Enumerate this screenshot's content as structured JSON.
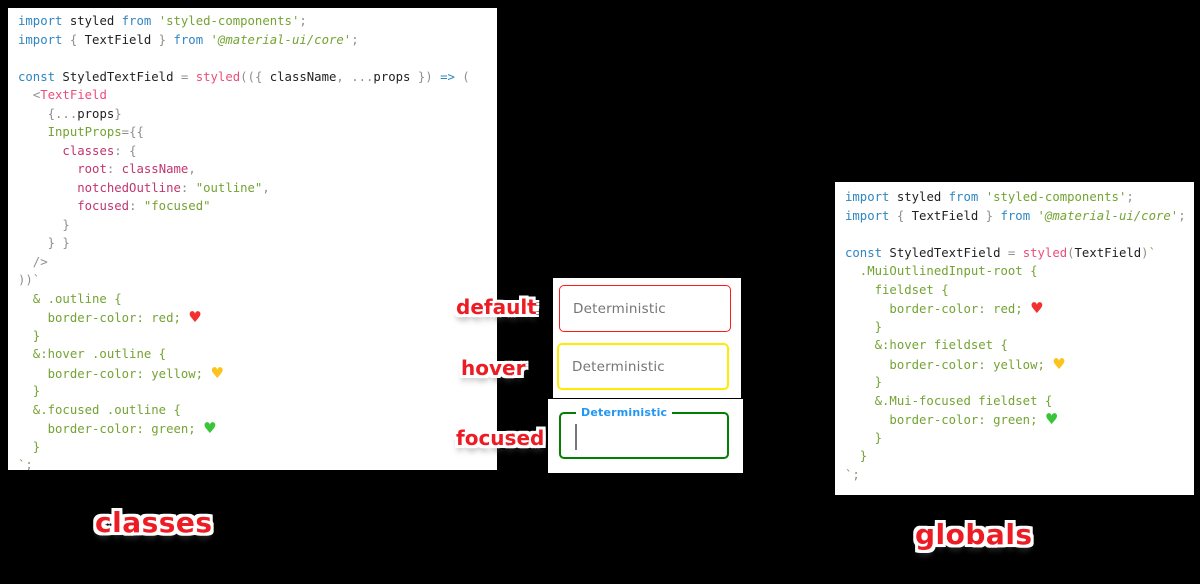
{
  "colors": {
    "background": "#000000",
    "panel_bg": "#ffffff",
    "keyword_blue": "#2f86c1",
    "string_green": "#74a333",
    "function_pink": "#ec4d7b",
    "object_key_magenta": "#c0366f",
    "punctuation_gray": "#8e908c",
    "annotation_red": "#ed1c24",
    "mui_label_blue": "#2196f3",
    "placeholder_gray": "#757575",
    "border_default": "#ff0000",
    "border_hover": "#ffeb00",
    "border_focused": "#008000",
    "heart_red": "#f23030",
    "heart_yellow": "#fcc21d",
    "heart_green": "#38c538"
  },
  "annotations": {
    "default": "default",
    "hover": "hover",
    "focused": "focused"
  },
  "captions": {
    "classes": "classes",
    "globals": "globals"
  },
  "fields": {
    "default_text": "Deterministic",
    "hover_text": "Deterministic",
    "focused_label": "Deterministic"
  },
  "panels": {
    "classes": {
      "lines": [
        [
          [
            "import",
            "k"
          ],
          [
            " styled ",
            "p"
          ],
          [
            "from",
            "k"
          ],
          [
            " ",
            "p"
          ],
          [
            "'styled-components'",
            "s"
          ],
          [
            ";",
            "g"
          ]
        ],
        [
          [
            "import",
            "k"
          ],
          [
            " ",
            "p"
          ],
          [
            "{",
            "g"
          ],
          [
            " TextField ",
            "p"
          ],
          [
            "}",
            "g"
          ],
          [
            " ",
            "p"
          ],
          [
            "from",
            "k"
          ],
          [
            " ",
            "p"
          ],
          [
            "'@material-ui/core'",
            "si"
          ],
          [
            ";",
            "g"
          ]
        ],
        [],
        [
          [
            "const",
            "k"
          ],
          [
            " StyledTextField ",
            "p"
          ],
          [
            "=",
            "g"
          ],
          [
            " ",
            "p"
          ],
          [
            "styled",
            "f"
          ],
          [
            "((",
            "g"
          ],
          [
            "{",
            "g"
          ],
          [
            " className",
            "p"
          ],
          [
            ",",
            "g"
          ],
          [
            " ",
            "p"
          ],
          [
            "...",
            "g"
          ],
          [
            "props",
            "p"
          ],
          [
            " ",
            "p"
          ],
          [
            "}",
            "g"
          ],
          [
            ")",
            "g"
          ],
          [
            " ",
            "p"
          ],
          [
            "=>",
            "k"
          ],
          [
            " ",
            "p"
          ],
          [
            "(",
            "g"
          ]
        ],
        [
          [
            "  ",
            "p"
          ],
          [
            "<",
            "g"
          ],
          [
            "TextField",
            "f"
          ]
        ],
        [
          [
            "    ",
            "p"
          ],
          [
            "{...",
            "g"
          ],
          [
            "props",
            "p"
          ],
          [
            "}",
            "g"
          ]
        ],
        [
          [
            "    ",
            "p"
          ],
          [
            "InputProps",
            "s"
          ],
          [
            "=",
            "g"
          ],
          [
            "{{",
            "g"
          ]
        ],
        [
          [
            "      ",
            "p"
          ],
          [
            "classes",
            "m"
          ],
          [
            ":",
            "g"
          ],
          [
            " ",
            "p"
          ],
          [
            "{",
            "g"
          ]
        ],
        [
          [
            "        ",
            "p"
          ],
          [
            "root",
            "m"
          ],
          [
            ":",
            "g"
          ],
          [
            " ",
            "p"
          ],
          [
            "className",
            "m"
          ],
          [
            ",",
            "g"
          ]
        ],
        [
          [
            "        ",
            "p"
          ],
          [
            "notchedOutline",
            "m"
          ],
          [
            ":",
            "g"
          ],
          [
            " ",
            "p"
          ],
          [
            "\"outline\"",
            "s"
          ],
          [
            ",",
            "g"
          ]
        ],
        [
          [
            "        ",
            "p"
          ],
          [
            "focused",
            "m"
          ],
          [
            ":",
            "g"
          ],
          [
            " ",
            "p"
          ],
          [
            "\"focused\"",
            "s"
          ]
        ],
        [
          [
            "      }",
            "g"
          ]
        ],
        [
          [
            "    } }",
            "g"
          ]
        ],
        [
          [
            "  />",
            "g"
          ]
        ],
        [
          [
            "))`",
            "g"
          ]
        ],
        [
          [
            "  & .outline {",
            "c"
          ]
        ],
        [
          [
            "    border-color: red; ",
            "c"
          ],
          [
            "♥",
            "hr"
          ]
        ],
        [
          [
            "  }",
            "c"
          ]
        ],
        [
          [
            "  &:hover .outline {",
            "c"
          ]
        ],
        [
          [
            "    border-color: yellow; ",
            "c"
          ],
          [
            "♥",
            "hy"
          ]
        ],
        [
          [
            "  }",
            "c"
          ]
        ],
        [
          [
            "  &.focused .outline {",
            "c"
          ]
        ],
        [
          [
            "    border-color: green; ",
            "c"
          ],
          [
            "♥",
            "hg"
          ]
        ],
        [
          [
            "  }",
            "c"
          ]
        ],
        [
          [
            "`",
            "c"
          ],
          [
            ";",
            "g"
          ]
        ]
      ]
    },
    "globals": {
      "lines": [
        [
          [
            "import",
            "k"
          ],
          [
            " styled ",
            "p"
          ],
          [
            "from",
            "k"
          ],
          [
            " ",
            "p"
          ],
          [
            "'styled-components'",
            "s"
          ],
          [
            ";",
            "g"
          ]
        ],
        [
          [
            "import",
            "k"
          ],
          [
            " ",
            "p"
          ],
          [
            "{",
            "g"
          ],
          [
            " TextField ",
            "p"
          ],
          [
            "}",
            "g"
          ],
          [
            " ",
            "p"
          ],
          [
            "from",
            "k"
          ],
          [
            " ",
            "p"
          ],
          [
            "'@material-ui/core'",
            "si"
          ],
          [
            ";",
            "g"
          ]
        ],
        [],
        [
          [
            "const",
            "k"
          ],
          [
            " StyledTextField ",
            "p"
          ],
          [
            "=",
            "g"
          ],
          [
            " ",
            "p"
          ],
          [
            "styled",
            "f"
          ],
          [
            "(",
            "g"
          ],
          [
            "TextField",
            "p"
          ],
          [
            ")",
            "g"
          ],
          [
            "`",
            "c"
          ]
        ],
        [
          [
            "  .MuiOutlinedInput-root {",
            "c"
          ]
        ],
        [
          [
            "    fieldset {",
            "c"
          ]
        ],
        [
          [
            "      border-color: red; ",
            "c"
          ],
          [
            "♥",
            "hr"
          ]
        ],
        [
          [
            "    }",
            "c"
          ]
        ],
        [
          [
            "    &:hover fieldset {",
            "c"
          ]
        ],
        [
          [
            "      border-color: yellow; ",
            "c"
          ],
          [
            "♥",
            "hy"
          ]
        ],
        [
          [
            "    }",
            "c"
          ]
        ],
        [
          [
            "    &.Mui-focused fieldset {",
            "c"
          ]
        ],
        [
          [
            "      border-color: green; ",
            "c"
          ],
          [
            "♥",
            "hg"
          ]
        ],
        [
          [
            "    }",
            "c"
          ]
        ],
        [
          [
            "  }",
            "c"
          ]
        ],
        [
          [
            "`",
            "c"
          ],
          [
            ";",
            "g"
          ]
        ]
      ]
    }
  }
}
